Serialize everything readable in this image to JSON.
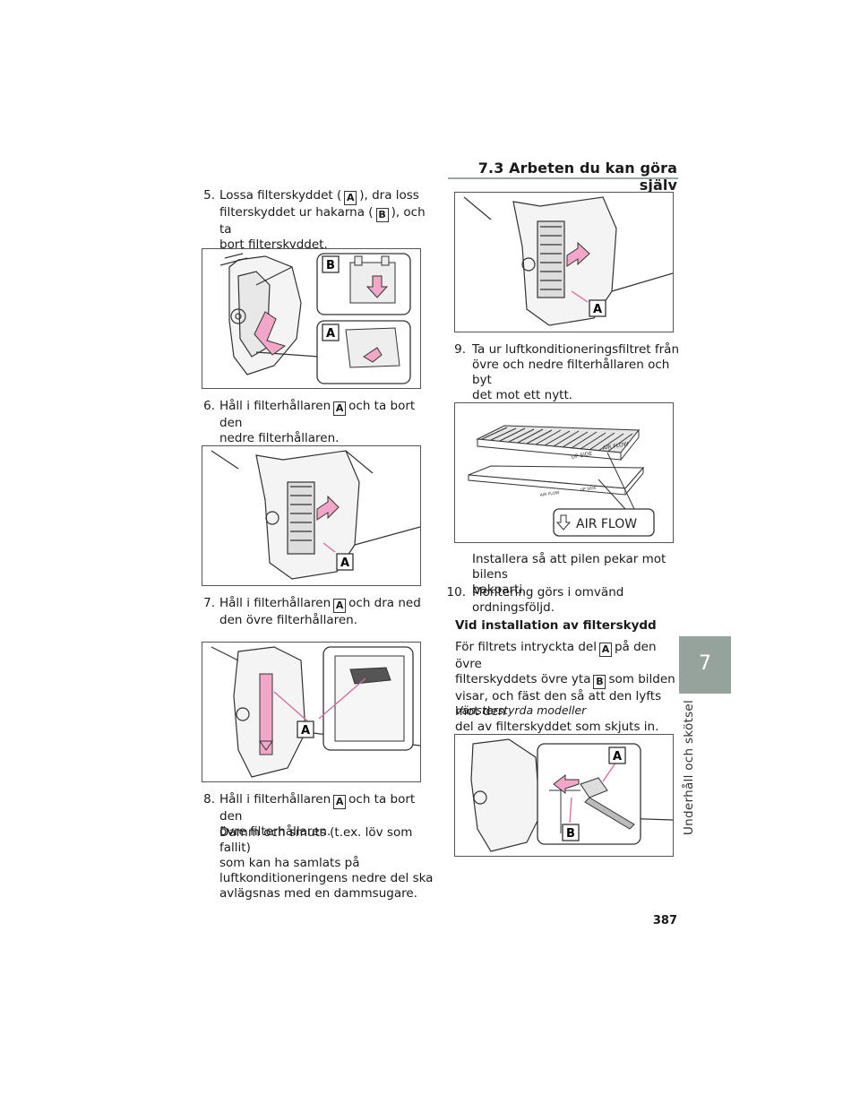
{
  "header": {
    "title": "7.3  Arbeten du kan göra själv"
  },
  "side_tab": {
    "number": "7",
    "label": "Underhåll och skötsel"
  },
  "left_column": {
    "step5": {
      "num": "5.",
      "line1_a": "Lossa filterskyddet (",
      "badge1": "A",
      "line1_b": "), dra loss",
      "line2_a": "filterskyddet ur hakarna (",
      "badge2": "B",
      "line2_b": "), och ta",
      "line3": "bort filterskyddet."
    },
    "fig1": {
      "label_b": "B",
      "label_a": "A"
    },
    "step6": {
      "num": "6.",
      "line1_a": "Håll i filterhållaren",
      "badge": "A",
      "line1_b": "och ta bort den",
      "line2": "nedre filterhållaren."
    },
    "fig2": {
      "label_a": "A"
    },
    "step7": {
      "num": "7.",
      "line1_a": "Håll i filterhållaren",
      "badge": "A",
      "line1_b": "och dra ned",
      "line2": "den övre filterhållaren."
    },
    "fig3": {
      "label_a": "A"
    },
    "step8": {
      "num": "8.",
      "line1_a": "Håll i filterhållaren",
      "badge": "A",
      "line1_b": "och ta bort den",
      "line2": "övre filterhållaren.",
      "note1": "Damm och smuts (t.ex. löv som fallit)",
      "note2": "som kan ha samlats på",
      "note3": "luftkonditioneringens nedre del ska",
      "note4": "avlägsnas med en dammsugare."
    }
  },
  "right_column": {
    "fig4": {
      "label_a": "A"
    },
    "step9": {
      "num": "9.",
      "line1": "Ta ur luftkonditioneringsfiltret från",
      "line2": "övre och nedre filterhållaren och byt",
      "line3": "det mot ett nytt."
    },
    "fig5": {
      "airflow": "AIR FLOW",
      "upside": "UP SIDE",
      "airflow_small": "AIR  FLOW",
      "upside_small": "UP SIDE",
      "airflow_small2": "AIR FLOW"
    },
    "install_note1": "Installera så att pilen pekar mot bilens",
    "install_note2": "bakparti.",
    "step10": {
      "num": "10.",
      "line1": "Montering görs i omvänd",
      "line2": "ordningsföljd."
    },
    "subheading": "Vid installation av filterskydd",
    "body": {
      "line1_a": "För filtrets intryckta del",
      "badge1": "A",
      "line1_b": "på den övre",
      "line2_a": "filterskyddets övre yta",
      "badge2": "B",
      "line2_b": "som bilden",
      "line3": "visar, och fäst den så att den lyfts mot den",
      "line4": "del av filterskyddet som skjuts in."
    },
    "caption": "Vänsterstyrda modeller",
    "fig6": {
      "label_a": "A",
      "label_b": "B"
    }
  },
  "footer": {
    "page_number": "387"
  },
  "colors": {
    "accent_pink": "#f2a7c8",
    "tab_gray": "#96a39d",
    "rule_gray": "#9aa6a1"
  }
}
